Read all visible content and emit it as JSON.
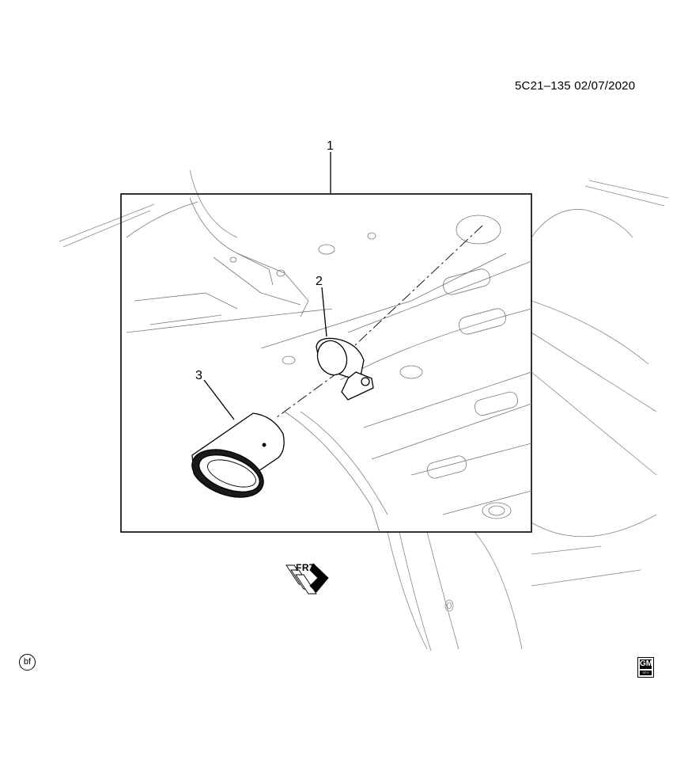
{
  "header": {
    "reference": "5C21–135  02/07/2020"
  },
  "callouts": [
    {
      "id": "1",
      "label": "1"
    },
    {
      "id": "2",
      "label": "2"
    },
    {
      "id": "3",
      "label": "3"
    }
  ],
  "direction_indicator": {
    "label": "FRT"
  },
  "footer": {
    "left_mark": "bf",
    "logo_top": "GM",
    "logo_bottom": "SPO"
  }
}
